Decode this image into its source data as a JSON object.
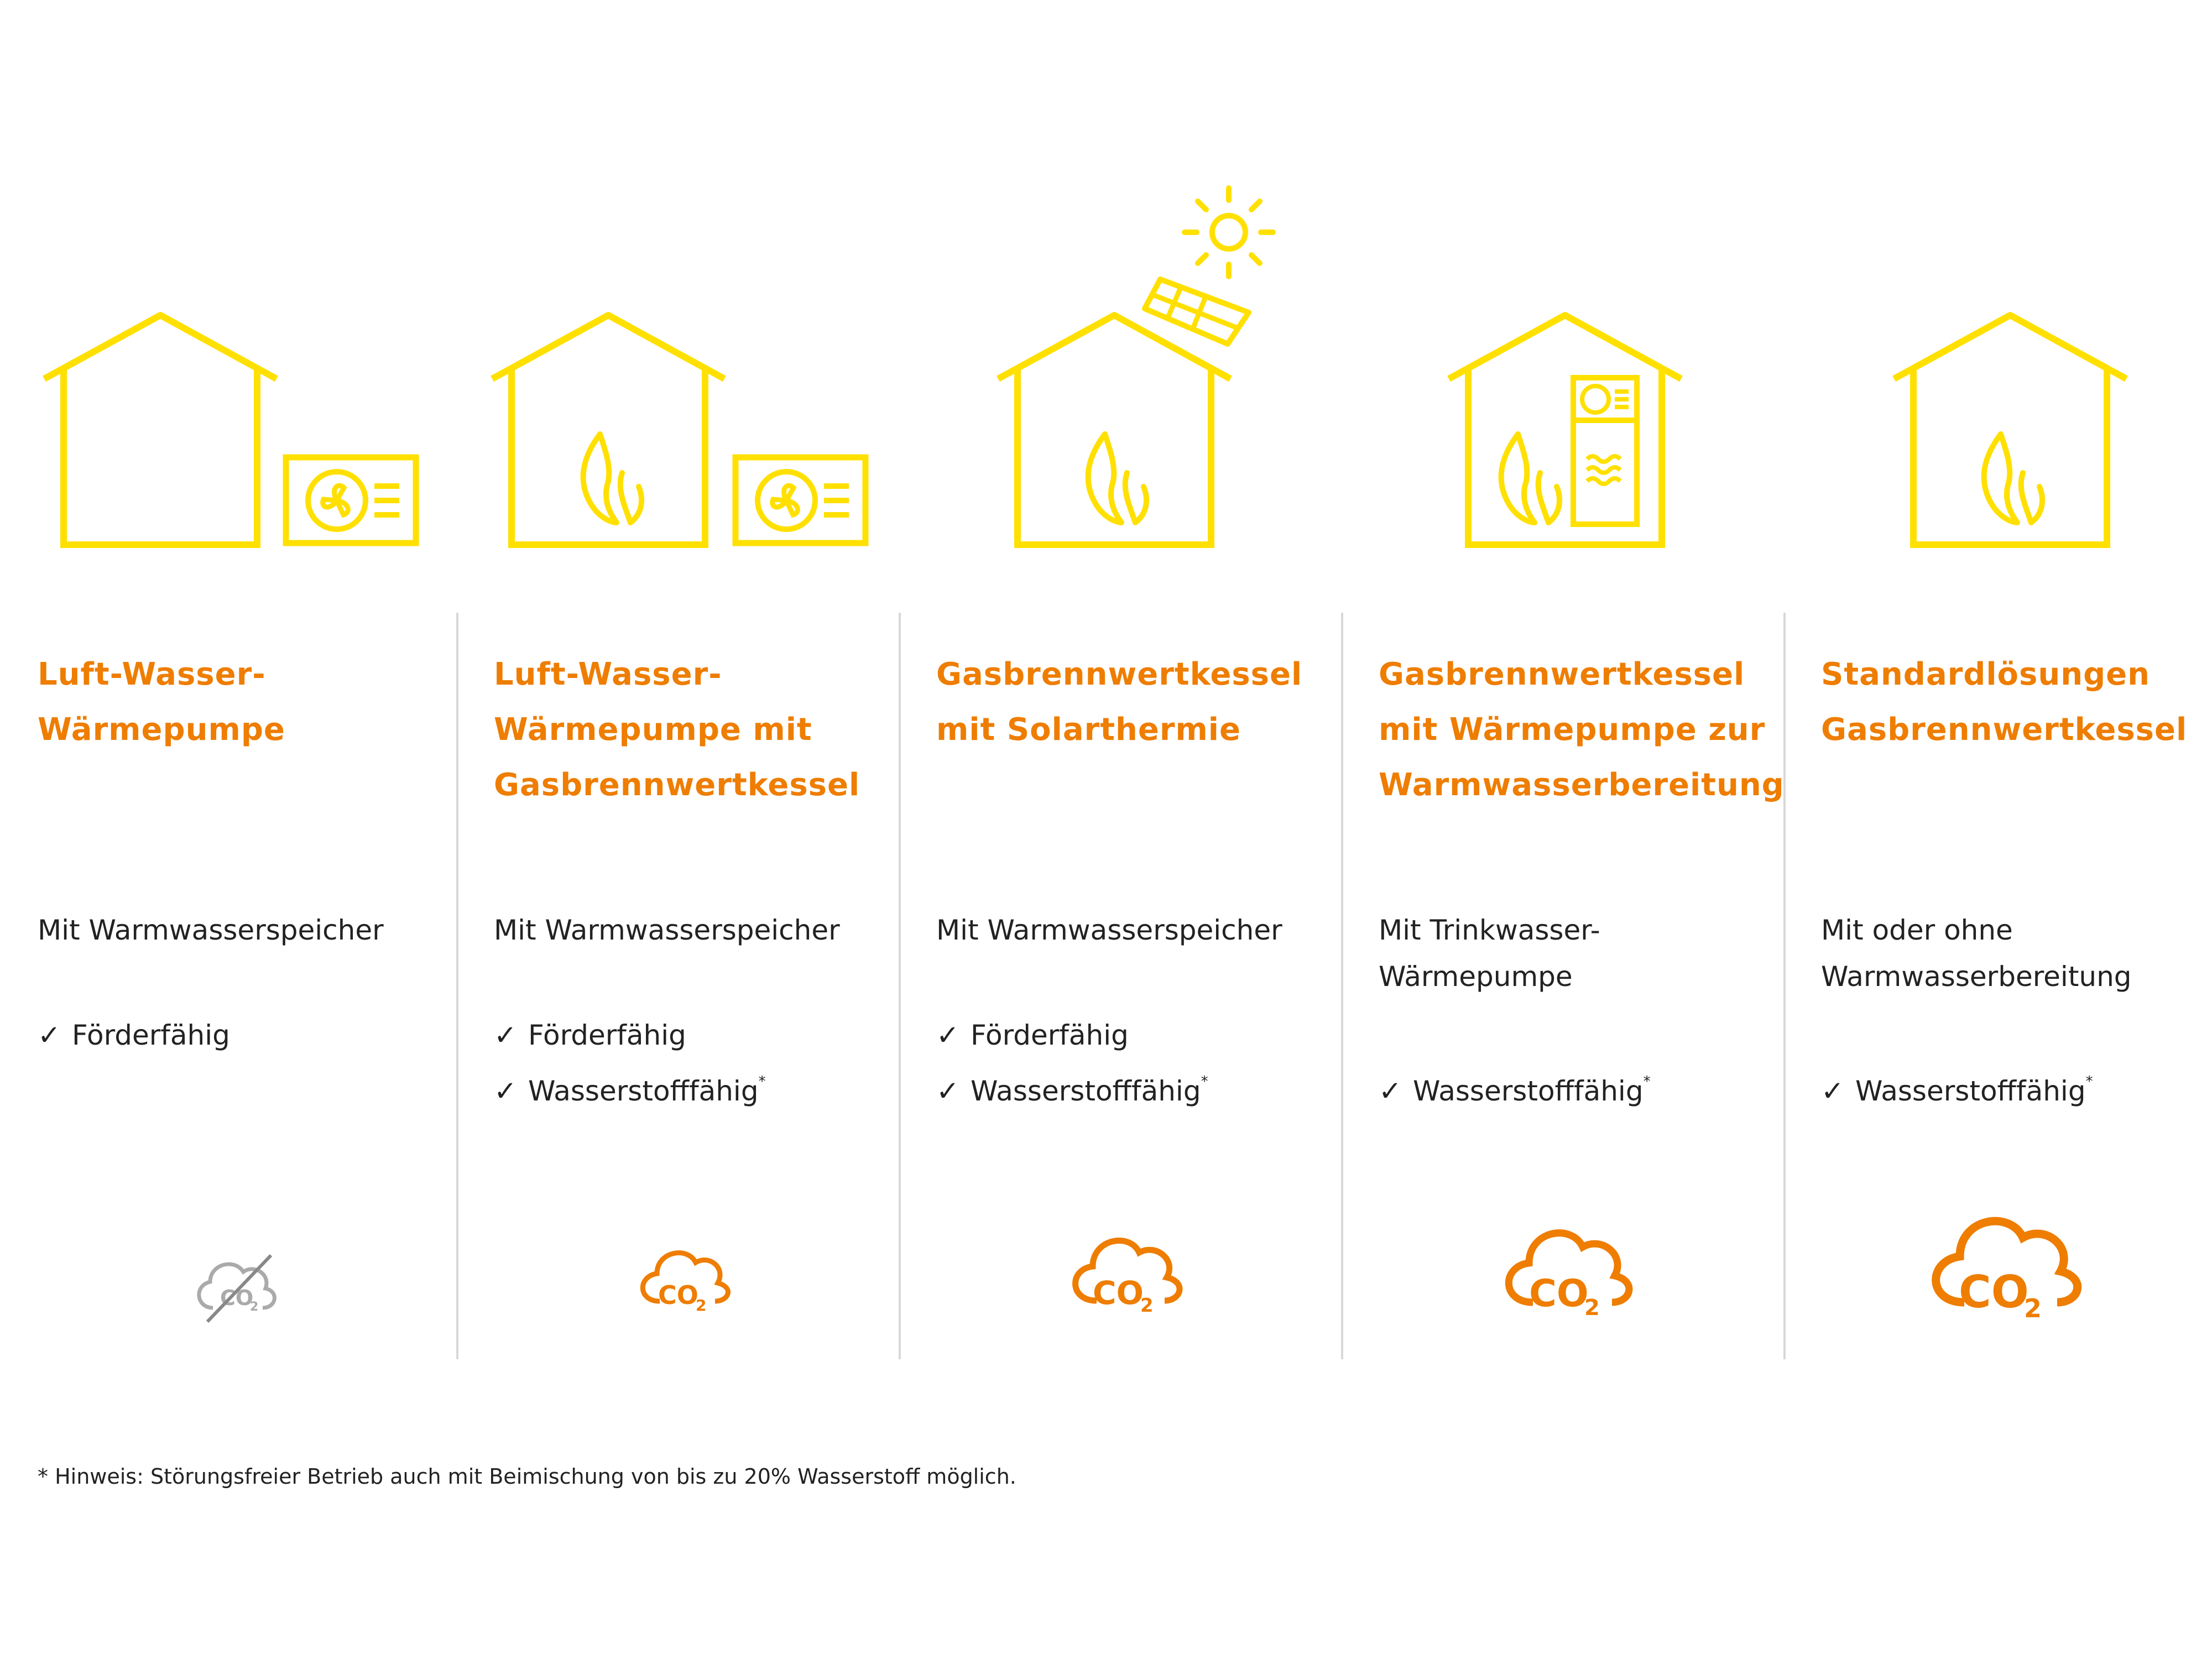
{
  "colors": {
    "accent": "#ee7d00",
    "icon_yellow": "#ffe000",
    "gray": "#999999",
    "text": "#222222"
  },
  "columns": [
    {
      "title": [
        "Luft-Wasser-",
        "Wärmepumpe"
      ],
      "description": "Mit Warmwasserspeicher",
      "checks": [
        "Förderfähig"
      ],
      "icons": [
        "house-icon",
        "heat-pump-unit-icon"
      ],
      "co2_icon": "co2-crossed-icon"
    },
    {
      "title": [
        "Luft-Wasser-",
        "Wärmepumpe mit",
        "Gasbrennwertkessel"
      ],
      "description": "Mit Warmwasserspeicher",
      "checks": [
        "Förderfähig",
        "Wasserstofffähig"
      ],
      "icons": [
        "house-icon",
        "flame-icon",
        "heat-pump-unit-icon"
      ],
      "co2_icon": "co2-cloud-icon"
    },
    {
      "title": [
        "Gasbrennwertkessel",
        "mit Solarthermie"
      ],
      "description": "Mit Warmwasserspeicher",
      "checks": [
        "Förderfähig",
        "Wasserstofffähig"
      ],
      "icons": [
        "house-icon",
        "flame-icon",
        "solar-panel-icon",
        "sun-icon"
      ],
      "co2_icon": "co2-cloud-icon"
    },
    {
      "title": [
        "Gasbrennwertkessel",
        "mit Wärmepumpe zur",
        "Warmwasserbereitung"
      ],
      "description": "Mit Trinkwasser-\nWärmepumpe",
      "checks": [
        "Wasserstofffähig"
      ],
      "icons": [
        "house-icon",
        "flame-icon",
        "water-heat-pump-icon"
      ],
      "co2_icon": "co2-cloud-icon"
    },
    {
      "title": [
        "Standardlösungen",
        "Gasbrennwertkessel"
      ],
      "description": "Mit oder ohne\nWarmwasserbereitung",
      "checks": [
        "Wasserstofffähig"
      ],
      "icons": [
        "house-icon",
        "flame-icon"
      ],
      "co2_icon": "co2-cloud-icon"
    }
  ],
  "check_symbol": "✓",
  "asterisk": "*",
  "co2_label": "CO",
  "co2_sub": "2",
  "footnote": "* Hinweis: Störungsfreier Betrieb auch mit Beimischung von bis zu 20% Wasserstoff möglich."
}
